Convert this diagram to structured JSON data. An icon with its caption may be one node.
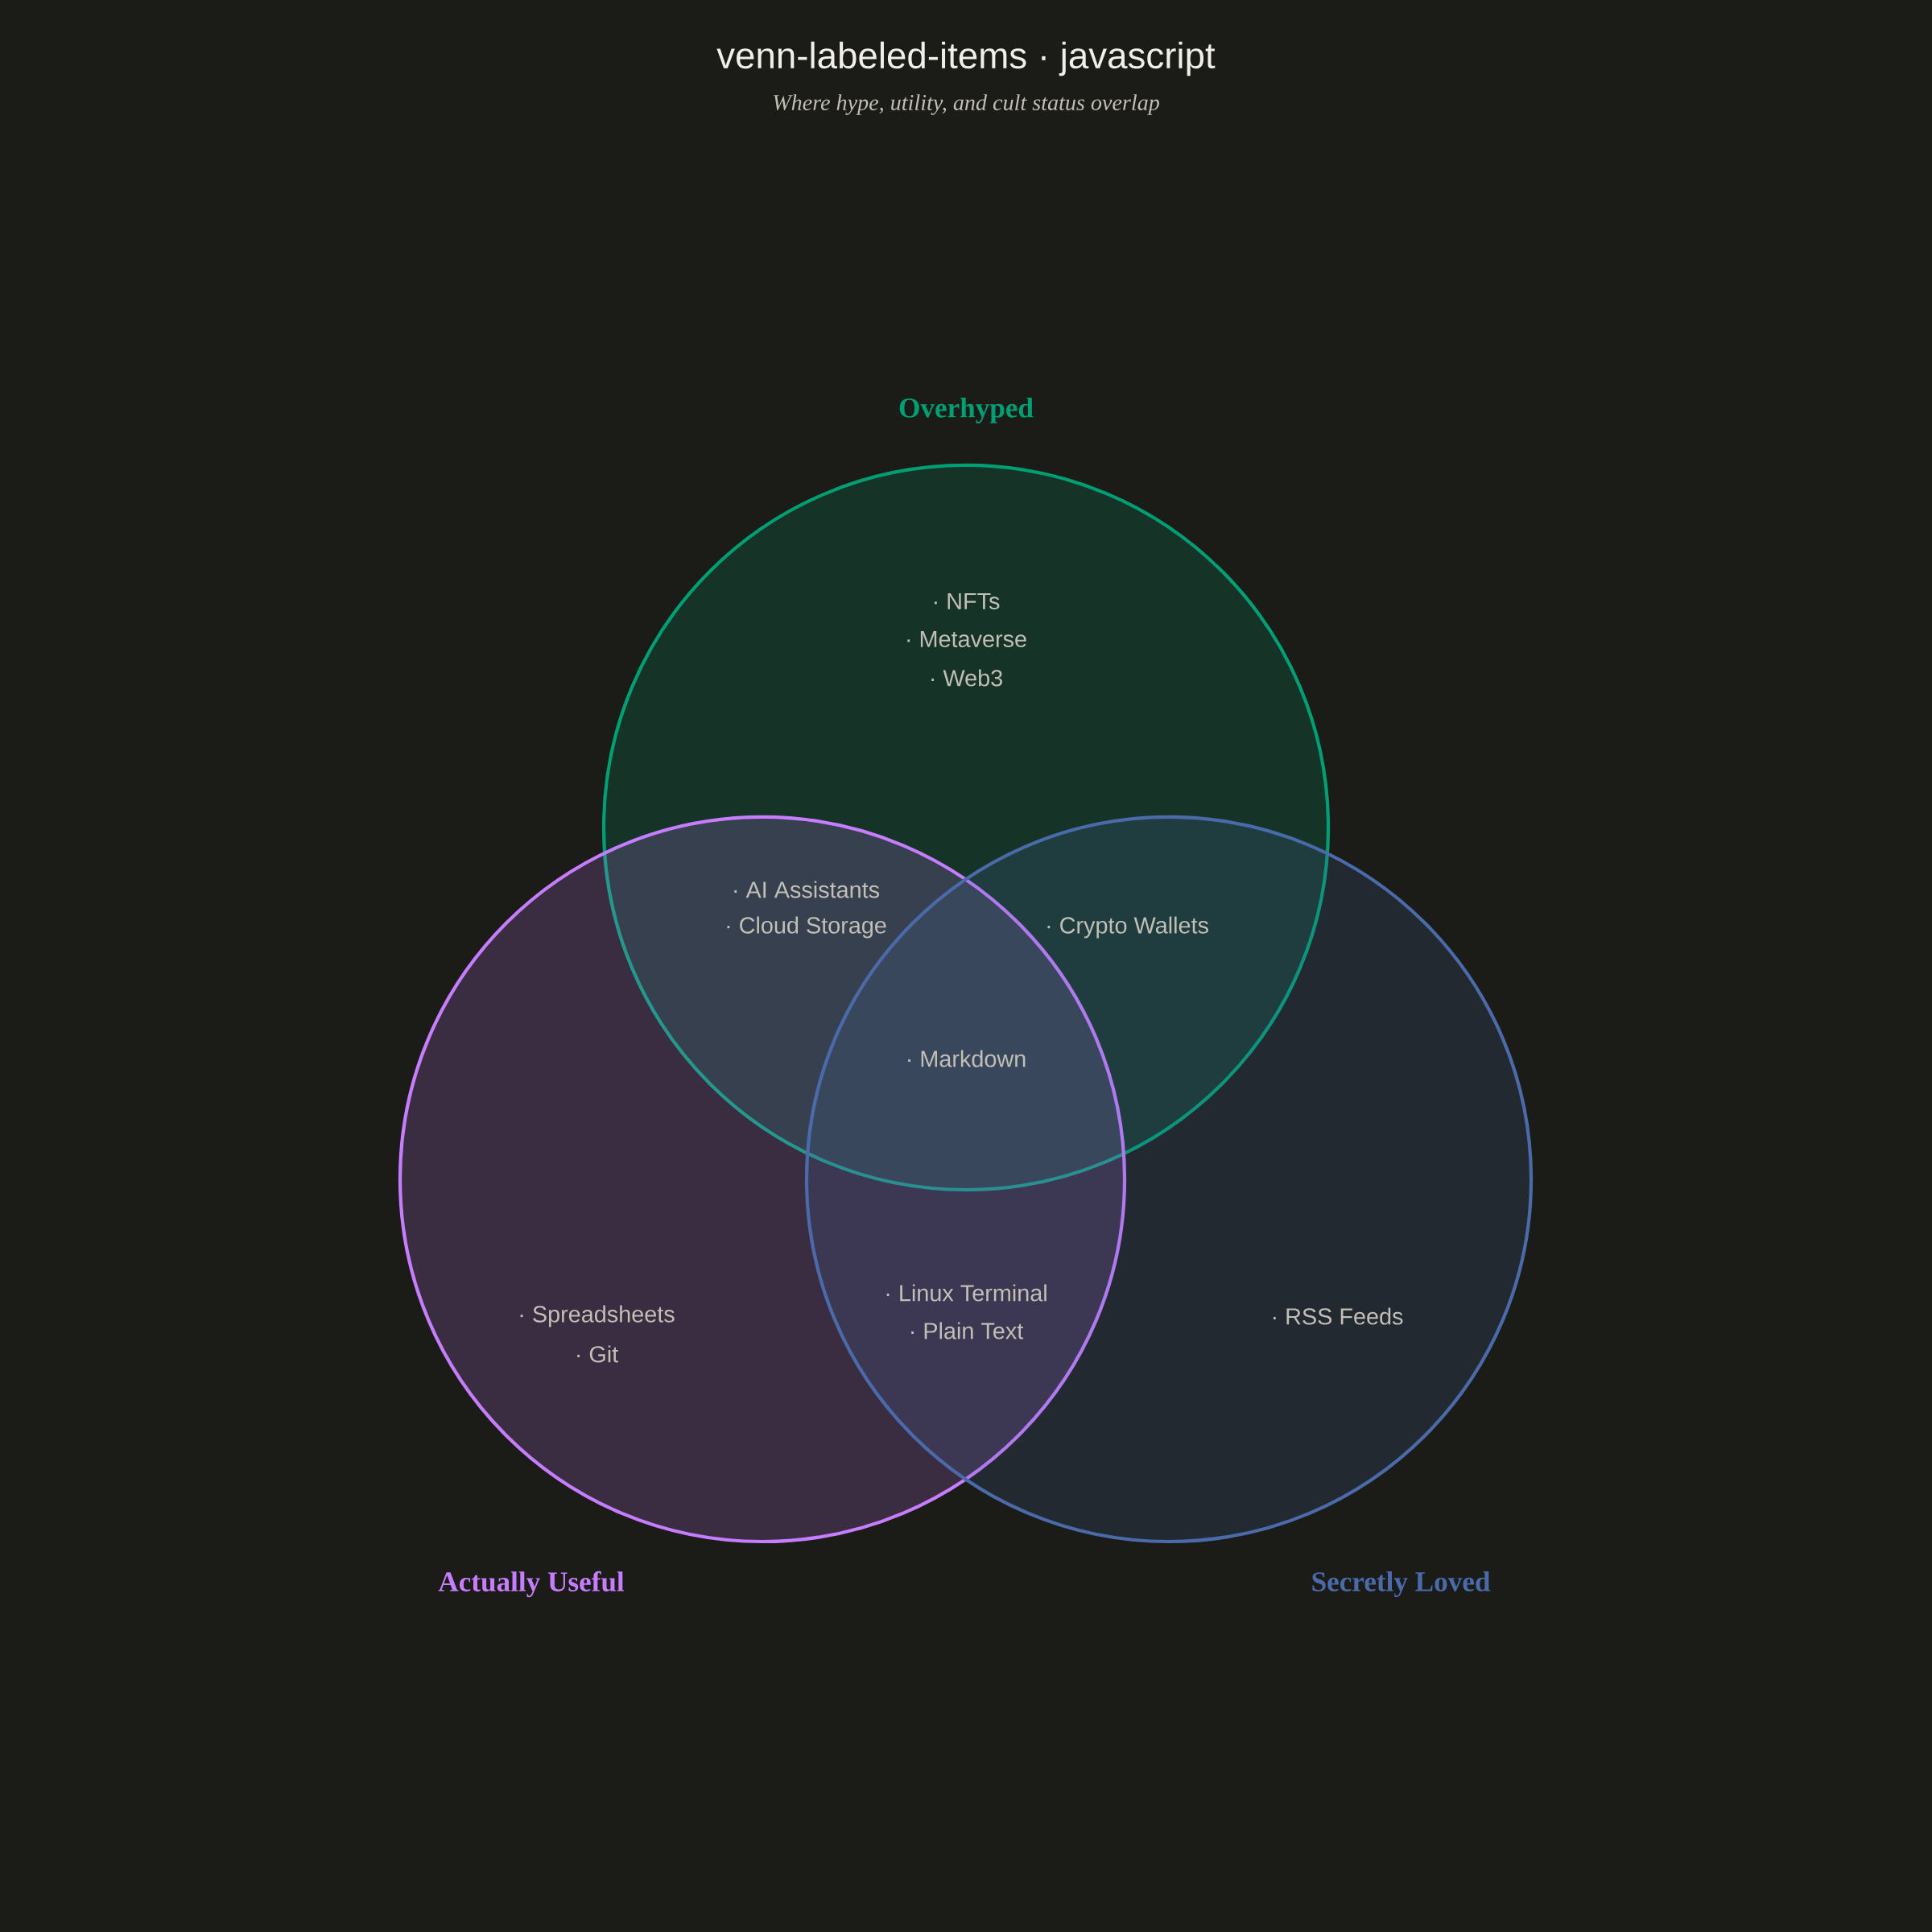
{
  "diagram": {
    "title": "venn-labeled-items · javascript",
    "caption": "Where hype, utility, and cult status overlap",
    "nodes": [
      {
        "text": [
          "Overhyped"
        ]
      },
      {
        "text": [
          "Actually Useful"
        ]
      },
      {
        "text": [
          "Secretly Loved"
        ]
      }
    ],
    "edges": [],
    "labels": [
      "· NFTs",
      "· Metaverse",
      "· Web3",
      "· AI Assistants",
      "· Cloud Storage",
      "· Crypto Wallets",
      "· Markdown",
      "· Spreadsheets",
      "· Git",
      "· Linux Terminal",
      "· Plain Text",
      "· RSS Feeds"
    ]
  }
}
